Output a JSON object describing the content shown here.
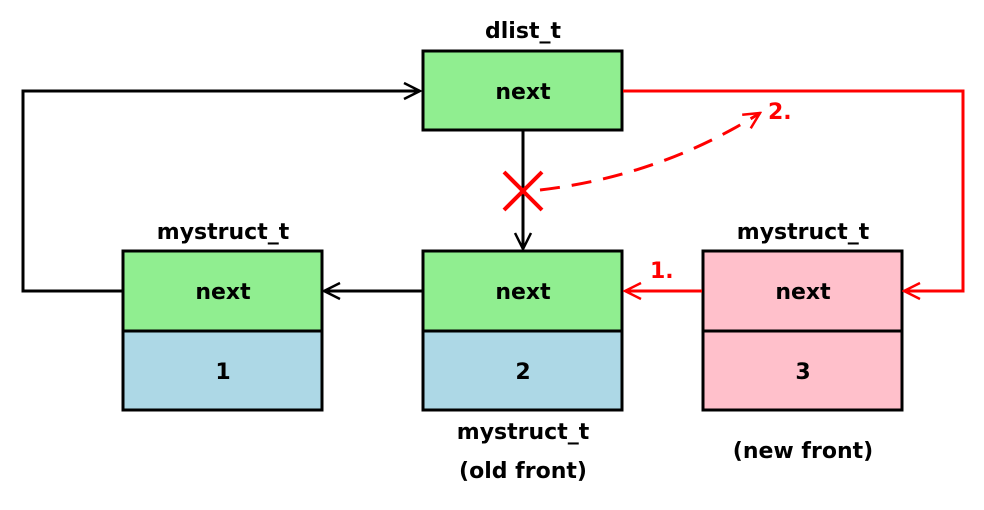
{
  "colors": {
    "next_field": "#90ee90",
    "value_field": "#add8e6",
    "new_node": "#ffc0cb",
    "line": "#000000",
    "highlight": "#ff0000"
  },
  "dlist": {
    "label": "dlist_t",
    "field": "next"
  },
  "nodes": [
    {
      "label_top": "mystruct_t",
      "field": "next",
      "value": "1"
    },
    {
      "label_bottom": "mystruct_t",
      "caption": "(old front)",
      "field": "next",
      "value": "2"
    },
    {
      "label_top": "mystruct_t",
      "caption": "(new front)",
      "field": "next",
      "value": "3"
    }
  ],
  "steps": {
    "one": "1.",
    "two": "2."
  }
}
